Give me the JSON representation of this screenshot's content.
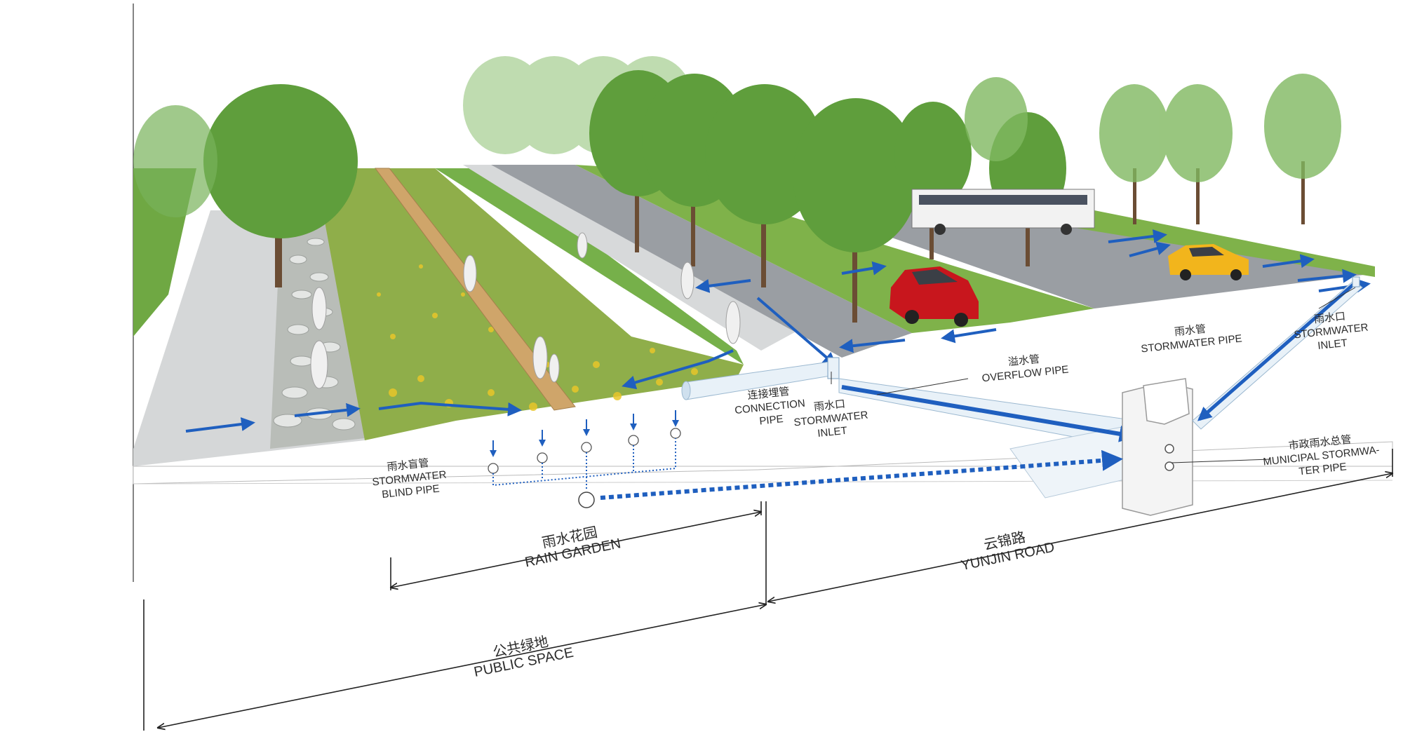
{
  "labels": {
    "stormwater_blind_pipe": {
      "zh": "雨水盲管",
      "en1": "STORMWATER",
      "en2": "BLIND PIPE"
    },
    "connection_pipe": {
      "zh": "连接埋管",
      "en1": "CONNECTION",
      "en2": "PIPE"
    },
    "stormwater_inlet_left": {
      "zh": "雨水口",
      "en1": "STORMWATER",
      "en2": "INLET"
    },
    "overflow_pipe": {
      "zh": "溢水管",
      "en1": "OVERFLOW PIPE"
    },
    "stormwater_pipe": {
      "zh": "雨水管",
      "en1": "STORMWATER PIPE"
    },
    "stormwater_inlet_right": {
      "zh": "雨水口",
      "en1": "STORMWATER",
      "en2": "INLET"
    },
    "municipal_pipe": {
      "zh": "市政雨水总管",
      "en1": "MUNICIPAL STORMWA-",
      "en2": "TER PIPE"
    }
  },
  "dimensions": {
    "rain_garden": {
      "zh": "雨水花园",
      "en": "RAIN GARDEN"
    },
    "yunjin_road": {
      "zh": "云锦路",
      "en": "YUNJIN ROAD"
    },
    "public_space": {
      "zh": "公共绿地",
      "en": "PUBLIC SPACE"
    }
  },
  "colors": {
    "flow_arrow": "#1f5fbf",
    "grass": "#7fb24a",
    "tree": "#5f9e3c",
    "road": "#9a9ea3",
    "sidewalk": "#d5d7d8",
    "pipe": "#e8f1f8",
    "car_red": "#c8161d",
    "car_yellow": "#f2b51c"
  }
}
